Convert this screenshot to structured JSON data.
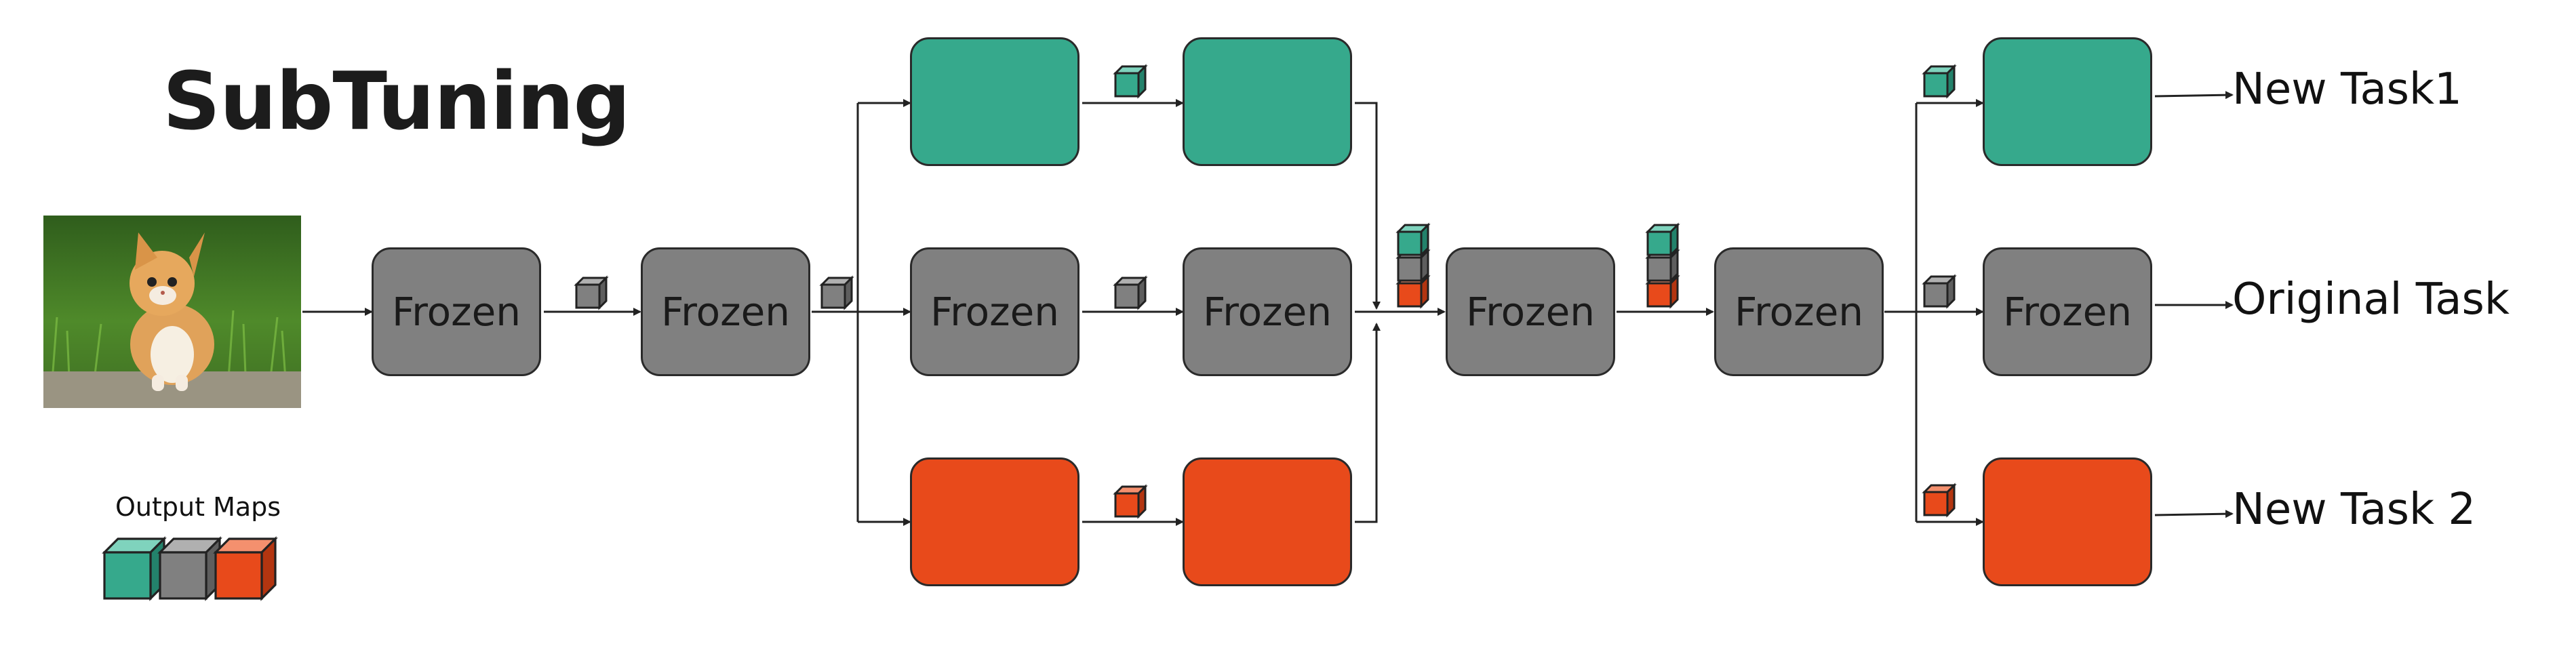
{
  "title": "SubTuning",
  "block_label": "Frozen",
  "legend": {
    "title": "Output Maps"
  },
  "outputs": {
    "task1": "New Task1",
    "original": "Original Task",
    "task2": "New Task 2"
  },
  "colors": {
    "new_task_1": "#36a98c",
    "frozen": "#808080",
    "new_task_2": "#e84a1b"
  }
}
